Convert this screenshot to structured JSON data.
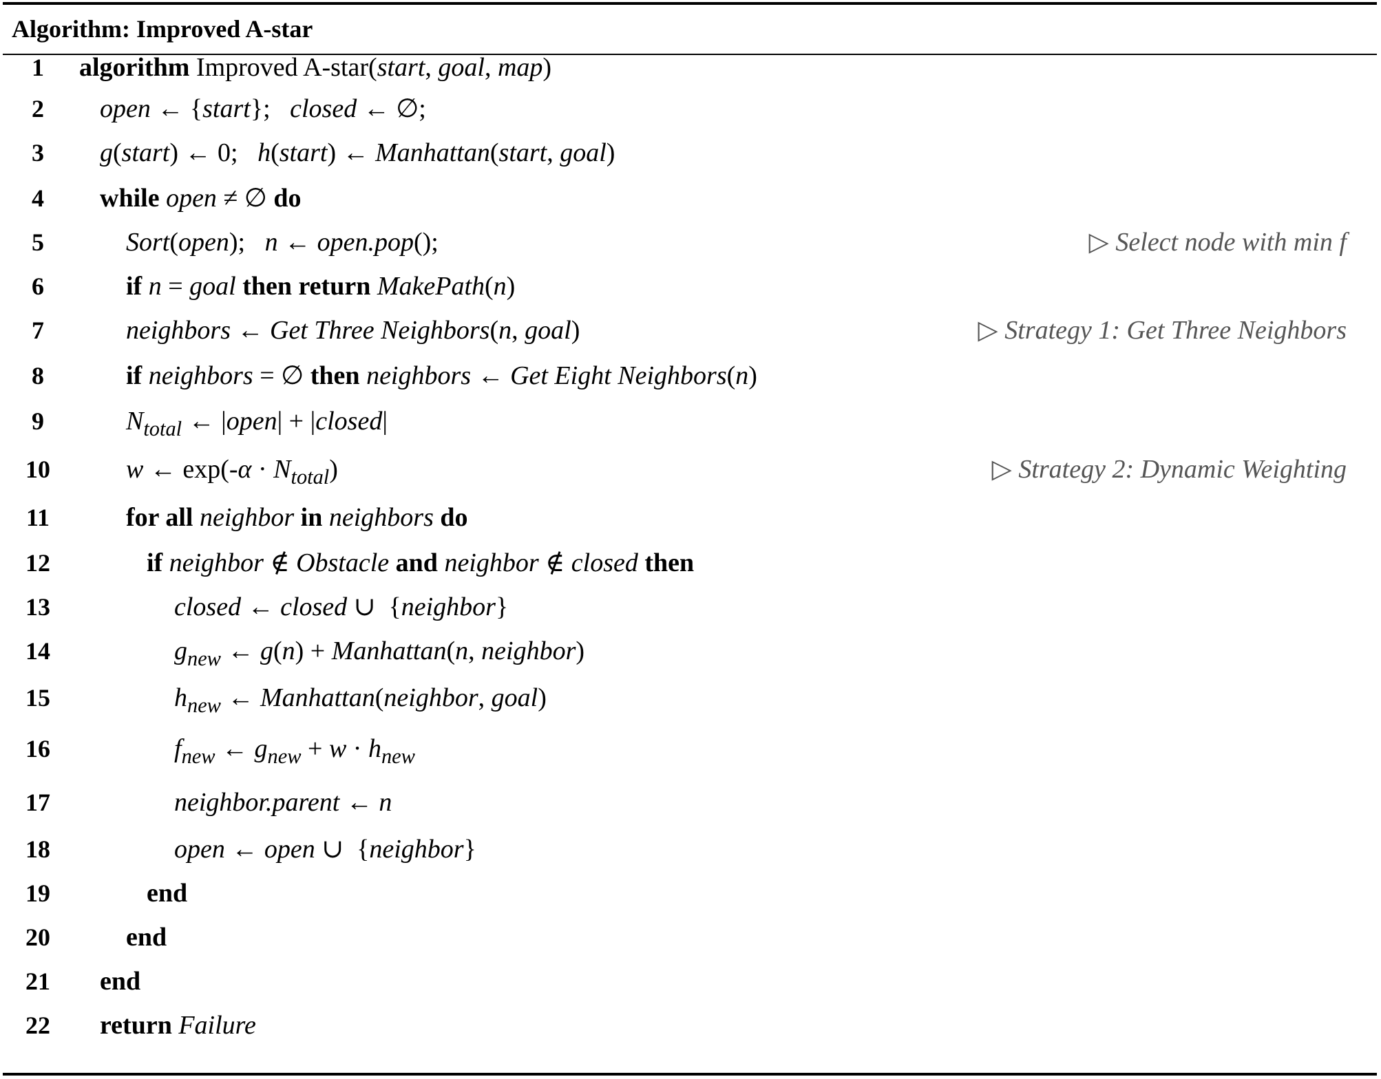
{
  "title": "Algorithm: Improved A-star",
  "lines": [
    {
      "num": "1",
      "indent": 0,
      "segs": [
        [
          "k",
          "algorithm"
        ],
        [
          "r",
          " Improved A-star("
        ],
        [
          "i",
          "start"
        ],
        [
          "r",
          ", "
        ],
        [
          "i",
          "goal"
        ],
        [
          "r",
          ", "
        ],
        [
          "i",
          "map"
        ],
        [
          "r",
          ")"
        ]
      ]
    },
    {
      "num": "2",
      "indent": 1,
      "segs": [
        [
          "i",
          "open"
        ],
        [
          "r",
          " ← {"
        ],
        [
          "i",
          "start"
        ],
        [
          "r",
          "};   "
        ],
        [
          "i",
          "closed"
        ],
        [
          "r",
          " ← ∅;"
        ]
      ]
    },
    {
      "num": "3",
      "indent": 1,
      "segs": [
        [
          "i",
          "g"
        ],
        [
          "r",
          "("
        ],
        [
          "i",
          "start"
        ],
        [
          "r",
          ") ← 0;   "
        ],
        [
          "i",
          "h"
        ],
        [
          "r",
          "("
        ],
        [
          "i",
          "start"
        ],
        [
          "r",
          ") ← "
        ],
        [
          "i",
          "Manhattan"
        ],
        [
          "r",
          "("
        ],
        [
          "i",
          "start"
        ],
        [
          "r",
          ", "
        ],
        [
          "i",
          "goal"
        ],
        [
          "r",
          ")"
        ]
      ]
    },
    {
      "num": "4",
      "indent": 1,
      "segs": [
        [
          "k",
          "while"
        ],
        [
          "r",
          " "
        ],
        [
          "i",
          "open"
        ],
        [
          "r",
          " ≠ ∅ "
        ],
        [
          "k",
          "do"
        ]
      ]
    },
    {
      "num": "5",
      "indent": 2,
      "segs": [
        [
          "i",
          "Sort"
        ],
        [
          "r",
          "("
        ],
        [
          "i",
          "open"
        ],
        [
          "r",
          ");   "
        ],
        [
          "i",
          "n"
        ],
        [
          "r",
          " ← "
        ],
        [
          "i",
          "open.pop"
        ],
        [
          "r",
          "();"
        ]
      ],
      "comment": "Select node with min f"
    },
    {
      "num": "6",
      "indent": 2,
      "segs": [
        [
          "k",
          "if"
        ],
        [
          "r",
          " "
        ],
        [
          "i",
          "n"
        ],
        [
          "r",
          " = "
        ],
        [
          "i",
          "goal"
        ],
        [
          "r",
          " "
        ],
        [
          "k",
          "then return"
        ],
        [
          "r",
          " "
        ],
        [
          "i",
          "MakePath"
        ],
        [
          "r",
          "("
        ],
        [
          "i",
          "n"
        ],
        [
          "r",
          ")"
        ]
      ]
    },
    {
      "num": "7",
      "indent": 2,
      "segs": [
        [
          "i",
          "neighbors"
        ],
        [
          "r",
          " ← "
        ],
        [
          "i",
          "Get Three Neighbors"
        ],
        [
          "r",
          "("
        ],
        [
          "i",
          "n"
        ],
        [
          "r",
          ", "
        ],
        [
          "i",
          "goal"
        ],
        [
          "r",
          ")"
        ]
      ],
      "comment": "Strategy 1: Get Three Neighbors"
    },
    {
      "num": "8",
      "indent": 2,
      "segs": [
        [
          "k",
          "if"
        ],
        [
          "r",
          " "
        ],
        [
          "i",
          "neighbors"
        ],
        [
          "r",
          " = ∅ "
        ],
        [
          "k",
          "then"
        ],
        [
          "r",
          " "
        ],
        [
          "i",
          "neighbors"
        ],
        [
          "r",
          " ← "
        ],
        [
          "i",
          "Get Eight Neighbors"
        ],
        [
          "r",
          "("
        ],
        [
          "i",
          "n"
        ],
        [
          "r",
          ")"
        ]
      ]
    },
    {
      "num": "9",
      "indent": 2,
      "segs": [
        [
          "i",
          "N"
        ],
        [
          "sub",
          "total"
        ],
        [
          "r",
          " ← |"
        ],
        [
          "i",
          "open"
        ],
        [
          "r",
          "| + |"
        ],
        [
          "i",
          "closed"
        ],
        [
          "r",
          "|"
        ]
      ]
    },
    {
      "num": "10",
      "indent": 2,
      "segs": [
        [
          "i",
          "w"
        ],
        [
          "r",
          " ← exp(-"
        ],
        [
          "i",
          "α"
        ],
        [
          "r",
          " · "
        ],
        [
          "i",
          "N"
        ],
        [
          "sub",
          "total"
        ],
        [
          "r",
          ")"
        ]
      ],
      "comment": "Strategy 2: Dynamic Weighting"
    },
    {
      "num": "11",
      "indent": 2,
      "segs": [
        [
          "k",
          "for all"
        ],
        [
          "r",
          " "
        ],
        [
          "i",
          "neighbor"
        ],
        [
          "r",
          " "
        ],
        [
          "k",
          "in"
        ],
        [
          "r",
          " "
        ],
        [
          "i",
          "neighbors"
        ],
        [
          "r",
          " "
        ],
        [
          "k",
          "do"
        ]
      ]
    },
    {
      "num": "12",
      "indent": 3,
      "segs": [
        [
          "k",
          "if"
        ],
        [
          "r",
          " "
        ],
        [
          "i",
          "neighbor"
        ],
        [
          "r",
          " ∉ "
        ],
        [
          "i",
          "Obstacle"
        ],
        [
          "r",
          " "
        ],
        [
          "k",
          "and"
        ],
        [
          "r",
          " "
        ],
        [
          "i",
          "neighbor"
        ],
        [
          "r",
          " ∉ "
        ],
        [
          "i",
          "closed"
        ],
        [
          "r",
          " "
        ],
        [
          "k",
          "then"
        ]
      ]
    },
    {
      "num": "13",
      "indent": 4,
      "segs": [
        [
          "i",
          "closed"
        ],
        [
          "r",
          " ← "
        ],
        [
          "i",
          "closed"
        ],
        [
          "r",
          " ∪  {"
        ],
        [
          "i",
          "neighbor"
        ],
        [
          "r",
          "}"
        ]
      ]
    },
    {
      "num": "14",
      "indent": 4,
      "segs": [
        [
          "i",
          "g"
        ],
        [
          "sub",
          "new"
        ],
        [
          "r",
          " ← "
        ],
        [
          "i",
          "g"
        ],
        [
          "r",
          "("
        ],
        [
          "i",
          "n"
        ],
        [
          "r",
          ") + "
        ],
        [
          "i",
          "Manhattan"
        ],
        [
          "r",
          "("
        ],
        [
          "i",
          "n"
        ],
        [
          "r",
          ", "
        ],
        [
          "i",
          "neighbor"
        ],
        [
          "r",
          ")"
        ]
      ]
    },
    {
      "num": "15",
      "indent": 4,
      "segs": [
        [
          "i",
          "h"
        ],
        [
          "sub",
          "new"
        ],
        [
          "r",
          " ← "
        ],
        [
          "i",
          "Manhattan"
        ],
        [
          "r",
          "("
        ],
        [
          "i",
          "neighbor"
        ],
        [
          "r",
          ", "
        ],
        [
          "i",
          "goal"
        ],
        [
          "r",
          ")"
        ]
      ]
    },
    {
      "num": "16",
      "indent": 4,
      "segs": [
        [
          "i",
          "f"
        ],
        [
          "sub",
          "new"
        ],
        [
          "r",
          " ← "
        ],
        [
          "i",
          "g"
        ],
        [
          "sub",
          "new"
        ],
        [
          "r",
          " + "
        ],
        [
          "i",
          "w"
        ],
        [
          "r",
          " · "
        ],
        [
          "i",
          "h"
        ],
        [
          "sub",
          "new"
        ]
      ]
    },
    {
      "num": "17",
      "indent": 4,
      "segs": [
        [
          "i",
          "neighbor.parent"
        ],
        [
          "r",
          " ← "
        ],
        [
          "i",
          "n"
        ]
      ]
    },
    {
      "num": "18",
      "indent": 4,
      "segs": [
        [
          "i",
          "open"
        ],
        [
          "r",
          " ← "
        ],
        [
          "i",
          "open"
        ],
        [
          "r",
          " ∪  {"
        ],
        [
          "i",
          "neighbor"
        ],
        [
          "r",
          "}"
        ]
      ]
    },
    {
      "num": "19",
      "indent": 3,
      "segs": [
        [
          "k",
          "end"
        ]
      ]
    },
    {
      "num": "20",
      "indent": 2,
      "segs": [
        [
          "k",
          "end"
        ]
      ]
    },
    {
      "num": "21",
      "indent": 1,
      "segs": [
        [
          "k",
          "end"
        ]
      ]
    },
    {
      "num": "22",
      "indent": 1,
      "segs": [
        [
          "k",
          "return"
        ],
        [
          "r",
          " "
        ],
        [
          "i",
          "Failure"
        ]
      ]
    }
  ]
}
